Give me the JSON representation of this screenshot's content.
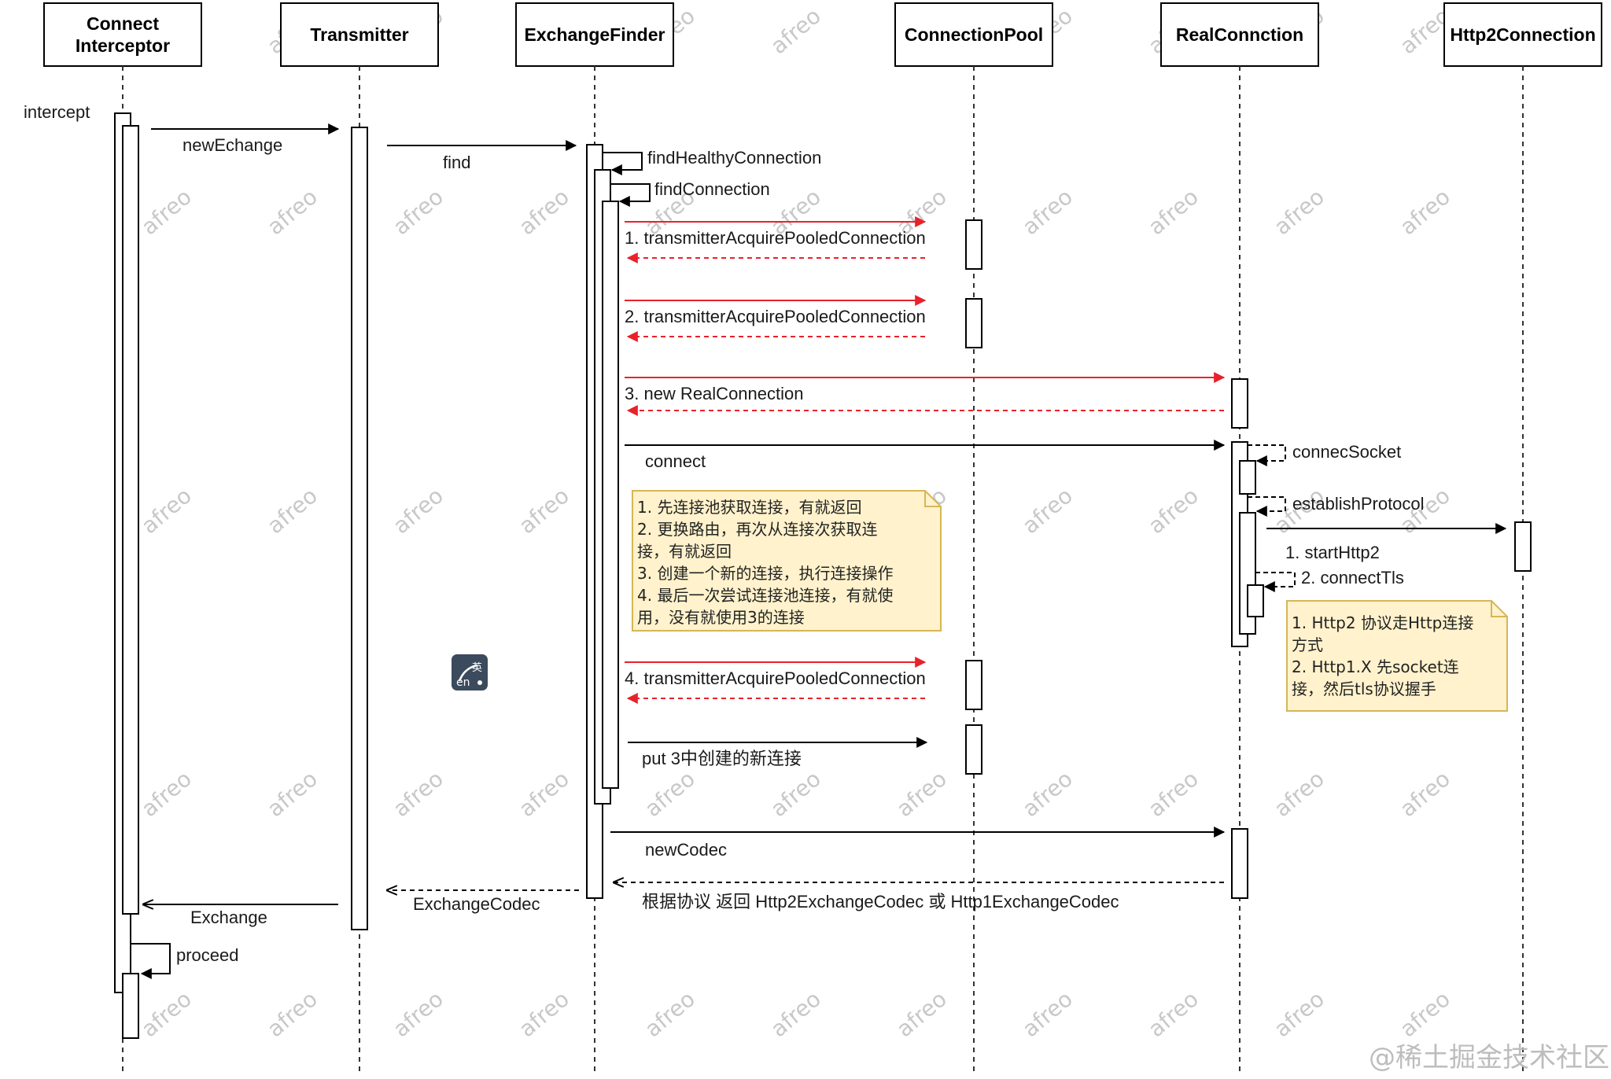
{
  "participants": [
    {
      "id": "ci",
      "lines": [
        "Connect",
        "Interceptor"
      ]
    },
    {
      "id": "tr",
      "lines": [
        "Transmitter"
      ]
    },
    {
      "id": "ef",
      "lines": [
        "ExchangeFinder"
      ]
    },
    {
      "id": "cp",
      "lines": [
        "ConnectionPool"
      ]
    },
    {
      "id": "rc",
      "lines": [
        "RealConnction"
      ]
    },
    {
      "id": "h2",
      "lines": [
        "Http2Connection"
      ]
    }
  ],
  "labels": {
    "intercept": "intercept",
    "newEchange": "newEchange",
    "find": "find",
    "findHealthyConnection": "findHealthyConnection",
    "findConnection": "findConnection",
    "step1": "1. transmitterAcquirePooledConnection",
    "step2": "2. transmitterAcquirePooledConnection",
    "step3": "3. new RealConnection",
    "connect": "connect",
    "connecSocket": "connecSocket",
    "establishProtocol": "establishProtocol",
    "startHttp2": "1. startHttp2",
    "connectTls": "2. connectTls",
    "step4": "4. transmitterAcquirePooledConnection",
    "put": "put 3中创建的新连接",
    "newCodec": "newCodec",
    "returnCodec": "根据协议 返回 Http2ExchangeCodec 或 Http1ExchangeCodec",
    "exchangeCodec": "ExchangeCodec",
    "exchange": "Exchange",
    "proceed": "proceed"
  },
  "notes": {
    "findConnectionNote": [
      "1. 先连接池获取连接，有就返回",
      "2. 更换路由，再次从连接次获取连",
      "接，有就返回",
      "3. 创建一个新的连接，执行连接操作",
      "4. 最后一次尝试连接池连接，有就使",
      "用，没有就使用3的连接"
    ],
    "protocolNote": [
      "1. Http2 协议走Http连接",
      "方式",
      "2. Http1.X 先socket连",
      "接，然后tls协议握手"
    ]
  },
  "widget": {
    "icon": "translate-icon",
    "glyph": "英",
    "sub": "en"
  },
  "watermark": {
    "corner": "@稀土掘金技术社区",
    "tile": "afreo"
  },
  "colors": {
    "line": "#000000",
    "red": "#e8222a",
    "noteFill": "#fff2cc",
    "noteStroke": "#d6b656",
    "lifeline": "#333333"
  }
}
